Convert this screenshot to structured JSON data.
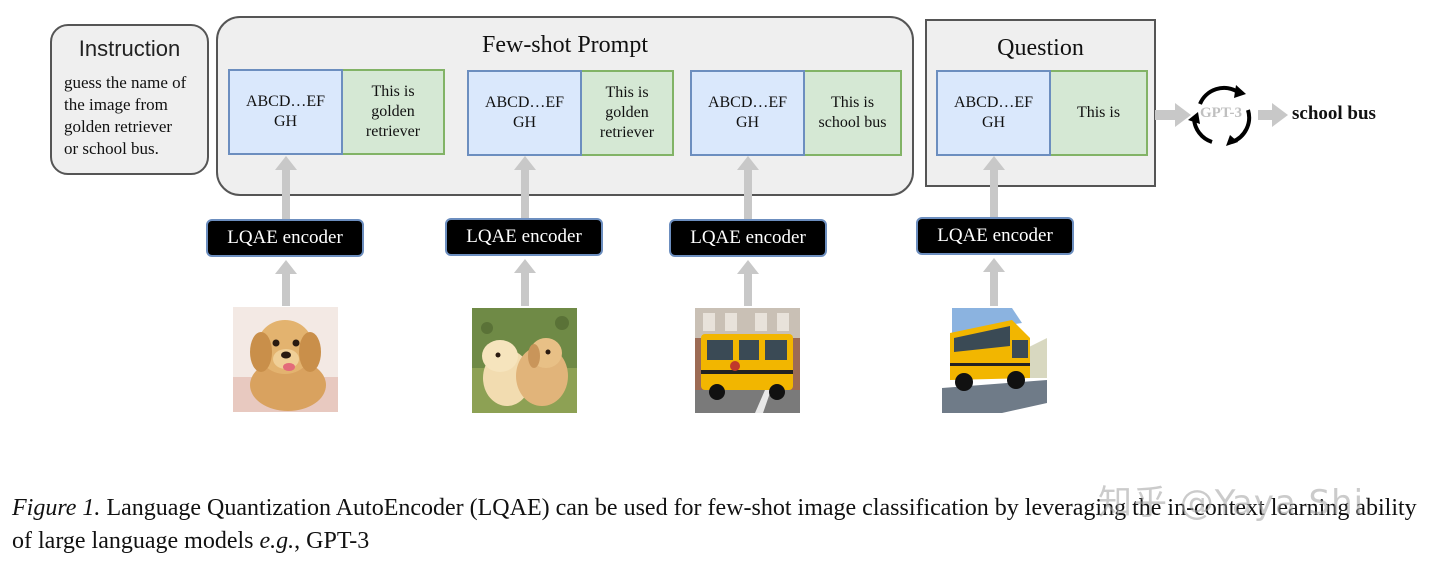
{
  "instruction": {
    "title": "Instruction",
    "lines": [
      "guess the name of",
      "the image from",
      "golden retriever",
      "or school bus."
    ]
  },
  "few_shot": {
    "title": "Few-shot Prompt",
    "examples": [
      {
        "tokens": [
          "ABCD…EF",
          "GH"
        ],
        "label": [
          "This is",
          "golden",
          "retriever"
        ],
        "image": "golden-retriever-puppy"
      },
      {
        "tokens": [
          "ABCD…EF",
          "GH"
        ],
        "label": [
          "This is",
          "golden",
          "retriever"
        ],
        "image": "two-golden-retriever-puppies"
      },
      {
        "tokens": [
          "ABCD…EF",
          "GH"
        ],
        "label": [
          "This is",
          "school bus"
        ],
        "image": "school-bus-front"
      }
    ]
  },
  "question": {
    "title": "Question",
    "tokens": [
      "ABCD…EF",
      "GH"
    ],
    "label": [
      "This is"
    ],
    "image": "school-bus-side"
  },
  "encoder_label": "LQAE encoder",
  "model": {
    "name": "GPT-3",
    "icon": "cycle-arrows-icon"
  },
  "answer": "school bus",
  "caption": {
    "figure_label": "Figure 1.",
    "text": "Language Quantization AutoEncoder (LQAE) can be used for few-shot image classification by leveraging the in-context learning ability of large language models",
    "eg": "e.g.",
    "tail": ", GPT-3"
  },
  "watermark": "知乎 @Yaya Shi",
  "colors": {
    "token_fill": "#dae8fc",
    "token_border": "#6c8ebf",
    "label_fill": "#d5e8d4",
    "label_border": "#82b366",
    "panel_fill": "#efefef",
    "arrow": "#c8c8c8"
  }
}
